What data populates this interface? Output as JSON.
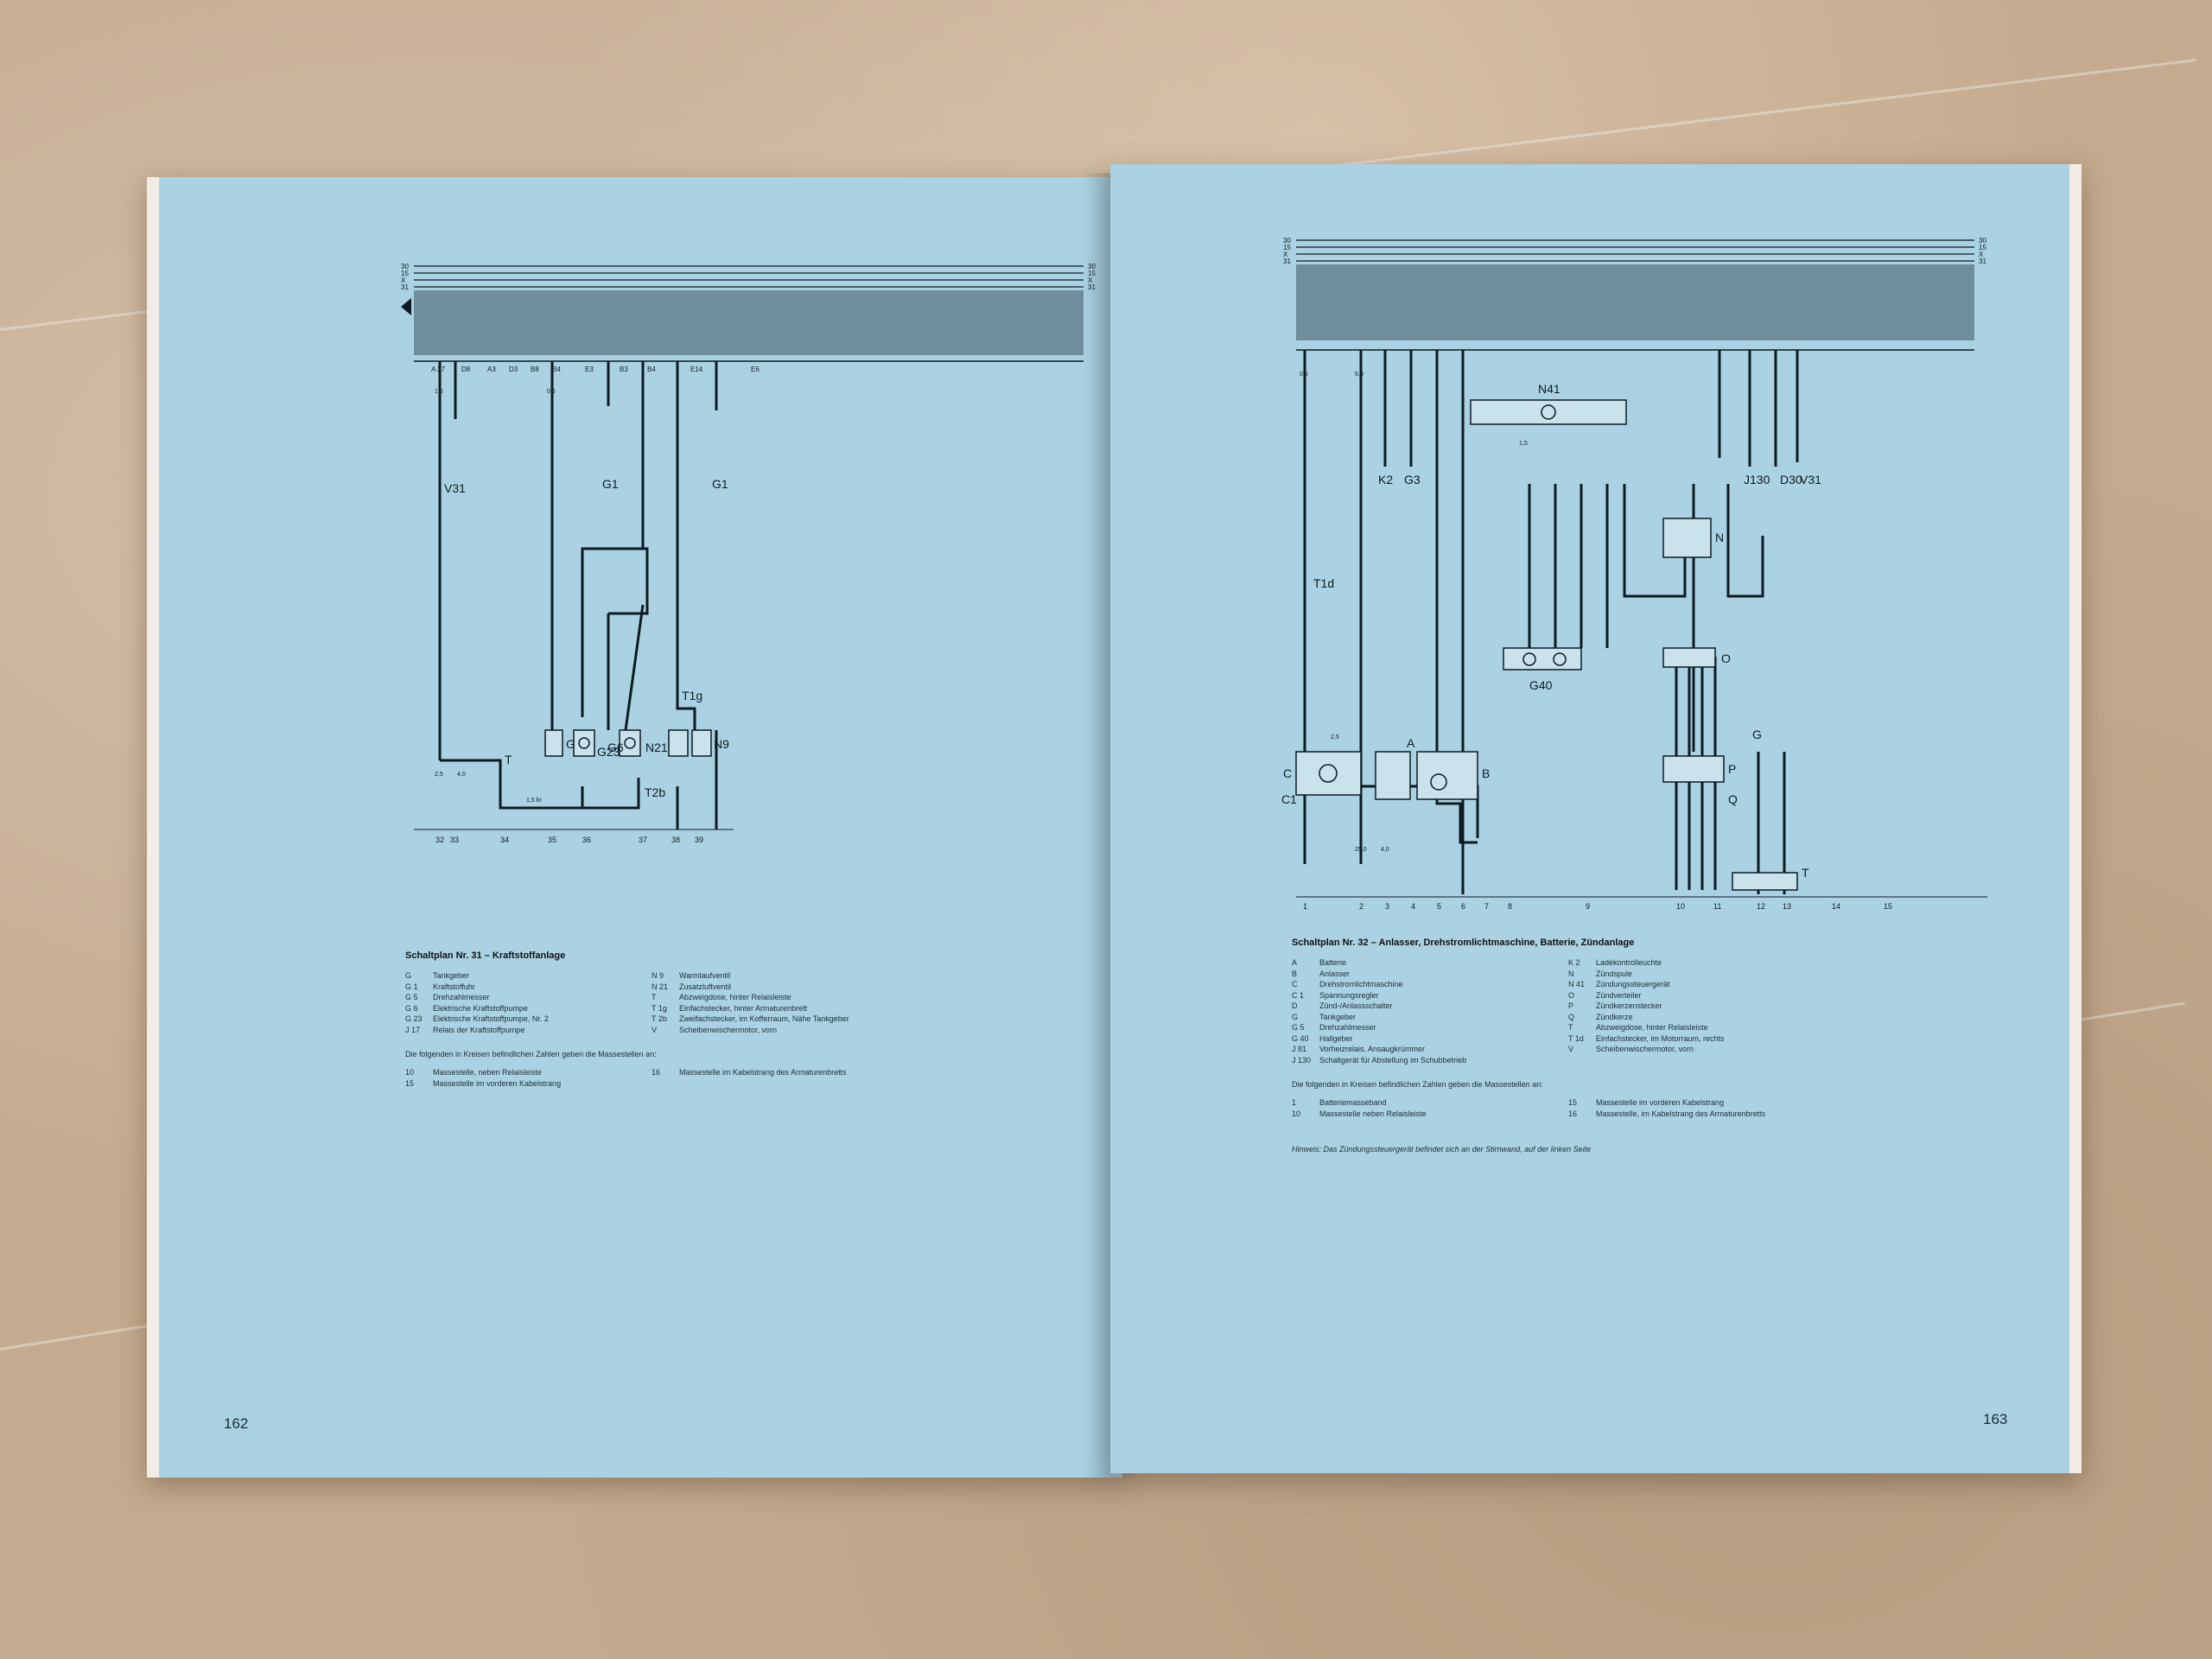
{
  "left": {
    "page_number": "162",
    "caption": "Schaltplan Nr. 31 – Kraftstoffanlage",
    "legend_col1": [
      {
        "code": "G",
        "text": "Tankgeber"
      },
      {
        "code": "G 1",
        "text": "Kraftstoffuhr"
      },
      {
        "code": "G 5",
        "text": "Drehzahlmesser"
      },
      {
        "code": "G 6",
        "text": "Elektrische Kraftstoffpumpe"
      },
      {
        "code": "G 23",
        "text": "Elektrische Kraftstoffpumpe, Nr. 2"
      },
      {
        "code": "J 17",
        "text": "Relais der Kraftstoffpumpe"
      }
    ],
    "legend_col2": [
      {
        "code": "N 9",
        "text": "Warmlaufventil"
      },
      {
        "code": "N 21",
        "text": "Zusatzluftventil"
      },
      {
        "code": "T",
        "text": "Abzweigdose, hinter Relaisleiste"
      },
      {
        "code": "T 1g",
        "text": "Einfachstecker, hinter Armaturenbrett"
      },
      {
        "code": "T 2b",
        "text": "Zweifachstecker, im Kofferraum, Nähe Tankgeber"
      },
      {
        "code": "V",
        "text": "Scheibenwischermotor, vorn"
      }
    ],
    "ground_intro": "Die folgenden in Kreisen befindlichen Zahlen geben die Massestellen an:",
    "ground_points": [
      {
        "code": "10",
        "text": "Massestelle, neben Relaisleiste"
      },
      {
        "code": "15",
        "text": "Massestelle im vorderen Kabelstrang"
      },
      {
        "code": "16",
        "text": "Massestelle im Kabelstrang des Armaturenbretts"
      }
    ],
    "diagram": {
      "rail_labels": [
        "30",
        "15",
        "X",
        "31"
      ],
      "relay_labels": [
        "A 27",
        "D8",
        "A3",
        "D3",
        "B8",
        "B4",
        "E3",
        "B3",
        "B4",
        "E14",
        "E6"
      ],
      "component_labels": [
        "V31",
        "G1",
        "G1",
        "G",
        "G23",
        "G6",
        "N21",
        "N9",
        "T",
        "T2b",
        "T1g"
      ],
      "bottom_numbers": [
        "32",
        "33",
        "34",
        "35",
        "36",
        "37",
        "38",
        "39"
      ],
      "wire_sizes": [
        "1,5",
        "0,5",
        "2,5",
        "4,0",
        "1,5 br"
      ]
    }
  },
  "right": {
    "page_number": "163",
    "caption": "Schaltplan Nr. 32 – Anlasser, Drehstromlichtmaschine, Batterie, Zündanlage",
    "legend_col1": [
      {
        "code": "A",
        "text": "Batterie"
      },
      {
        "code": "B",
        "text": "Anlasser"
      },
      {
        "code": "C",
        "text": "Drehstromlichtmaschine"
      },
      {
        "code": "C 1",
        "text": "Spannungsregler"
      },
      {
        "code": "D",
        "text": "Zünd-/Anlassschalter"
      },
      {
        "code": "G",
        "text": "Tankgeber"
      },
      {
        "code": "G 5",
        "text": "Drehzahlmesser"
      },
      {
        "code": "G 40",
        "text": "Hallgeber"
      },
      {
        "code": "J 81",
        "text": "Vorheizrelais, Ansaugkrümmer"
      },
      {
        "code": "J 130",
        "text": "Schaltgerät für Abstellung im Schubbetrieb"
      }
    ],
    "legend_col2": [
      {
        "code": "K 2",
        "text": "Ladekontrolleuchte"
      },
      {
        "code": "N",
        "text": "Zündspule"
      },
      {
        "code": "N 41",
        "text": "Zündungssteuergerät"
      },
      {
        "code": "O",
        "text": "Zündverteiler"
      },
      {
        "code": "P",
        "text": "Zündkerzenstecker"
      },
      {
        "code": "Q",
        "text": "Zündkerze"
      },
      {
        "code": "T",
        "text": "Abzweigdose, hinter Relaisleiste"
      },
      {
        "code": "T 1d",
        "text": "Einfachstecker, im Motorraum, rechts"
      },
      {
        "code": "V",
        "text": "Scheibenwischermotor, vorn"
      }
    ],
    "ground_intro": "Die folgenden in Kreisen befindlichen Zahlen geben die Massestellen an:",
    "ground_points": [
      {
        "code": "1",
        "text": "Batteriemasseband"
      },
      {
        "code": "10",
        "text": "Massestelle neben Relaisleiste"
      },
      {
        "code": "15",
        "text": "Massestelle im vorderen Kabelstrang"
      },
      {
        "code": "16",
        "text": "Massestelle, im Kabelstrang des Armaturenbretts"
      }
    ],
    "hint": "Hinweis: Das Zündungssteuergerät befindet sich an der Stirnwand, auf der linken Seite",
    "diagram": {
      "rail_labels": [
        "30",
        "15",
        "X",
        "31"
      ],
      "component_labels": [
        "N41",
        "K2",
        "G3",
        "J130",
        "D30",
        "V31",
        "N",
        "T1d",
        "G40",
        "O",
        "C",
        "C1",
        "A",
        "B",
        "P",
        "Q",
        "G",
        "T"
      ],
      "bottom_numbers": [
        "1",
        "2",
        "3",
        "4",
        "5",
        "6",
        "7",
        "8",
        "9",
        "10",
        "11",
        "12",
        "13",
        "14",
        "15"
      ],
      "wire_sizes": [
        "0,5",
        "6,0",
        "2,5",
        "25,0",
        "4,0",
        "1,5"
      ]
    }
  }
}
